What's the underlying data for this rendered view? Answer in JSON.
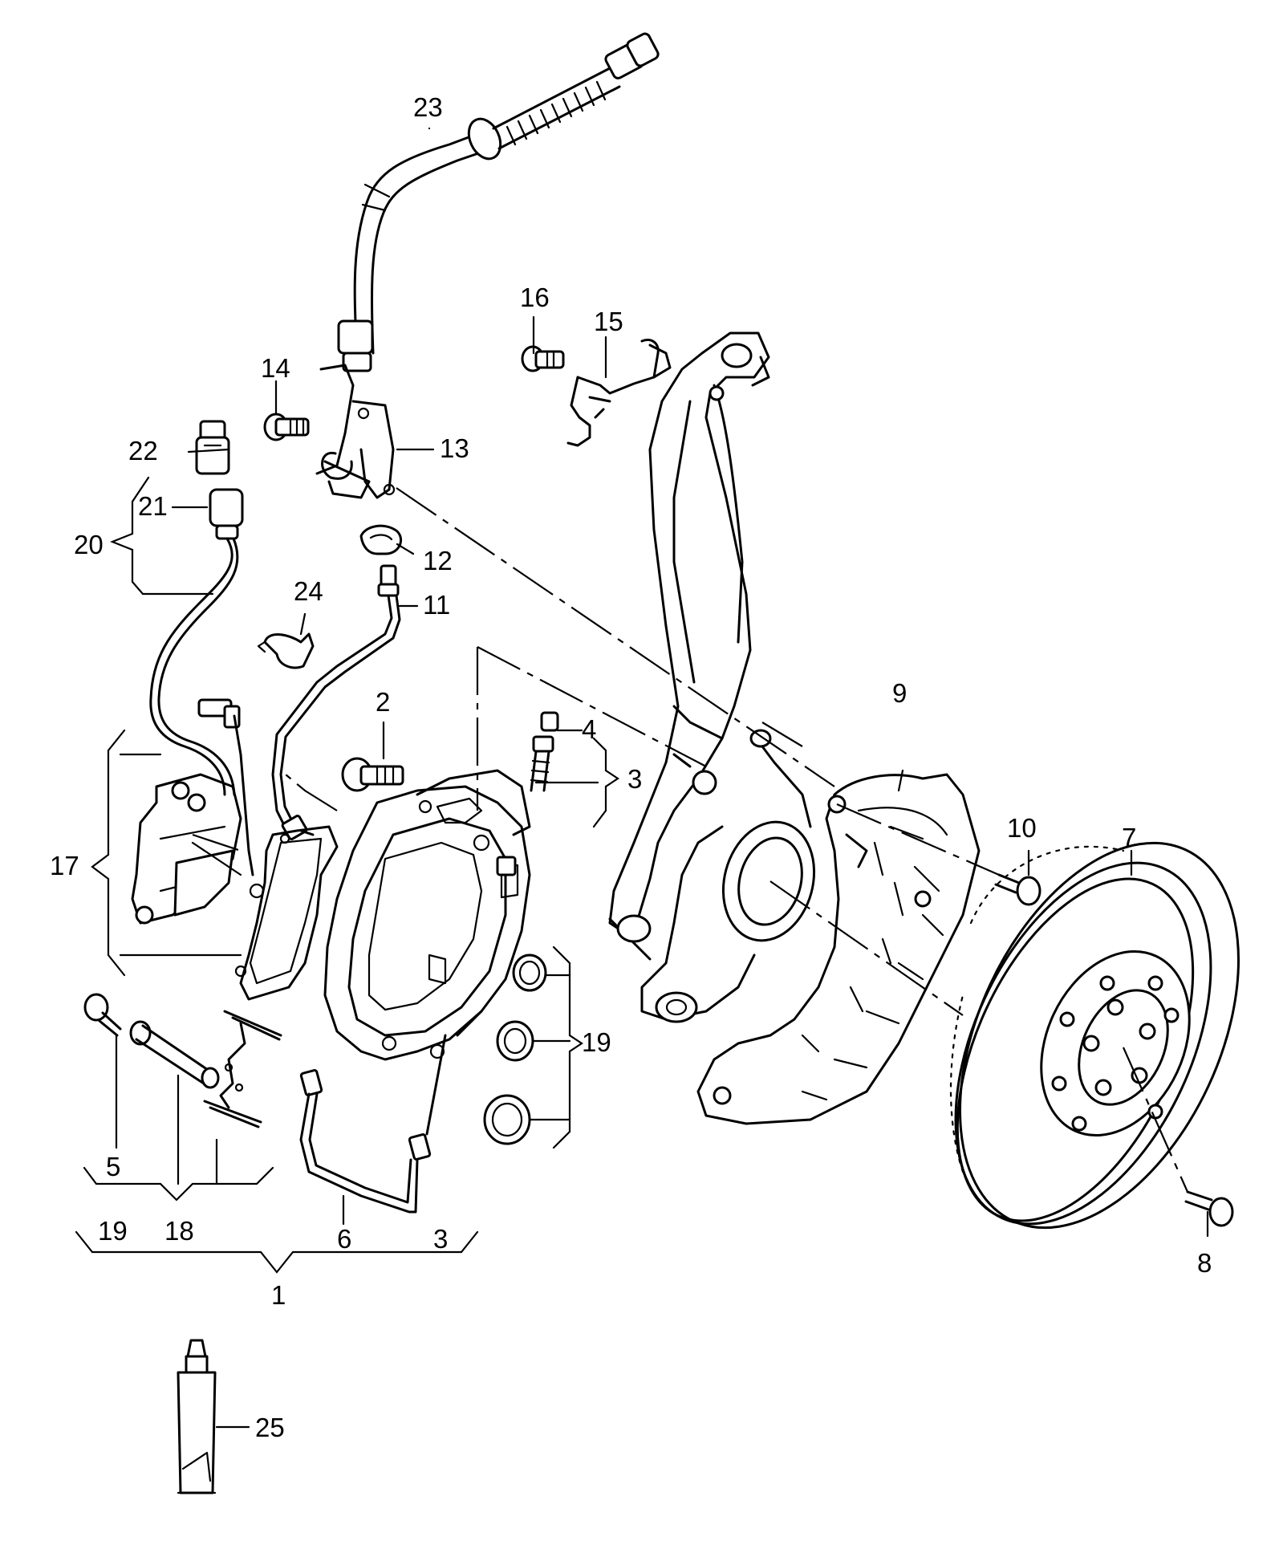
{
  "diagram": {
    "labels": {
      "n1": "1",
      "n2": "2",
      "n3": "3",
      "n3b": "3",
      "n4": "4",
      "n5": "5",
      "n6": "6",
      "n7": "7",
      "n8": "8",
      "n9": "9",
      "n10": "10",
      "n11": "11",
      "n12": "12",
      "n13": "13",
      "n14": "14",
      "n15": "15",
      "n16": "16",
      "n17": "17",
      "n18": "18",
      "n19": "19",
      "n19b": "19",
      "n20": "20",
      "n21": "21",
      "n22": "22",
      "n23": "23",
      "n24": "24",
      "n25": "25"
    }
  }
}
